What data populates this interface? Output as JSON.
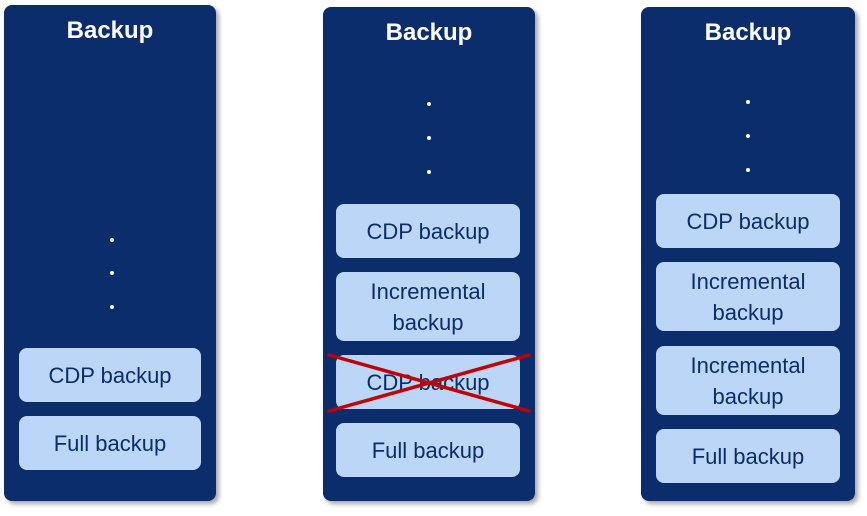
{
  "columns": [
    {
      "title": "Backup",
      "items": [
        "CDP backup",
        "Full backup"
      ]
    },
    {
      "title": "Backup",
      "items": [
        "CDP backup",
        "Incremental backup",
        "CDP backup",
        "Full backup"
      ],
      "crossed_out_item": "CDP backup"
    },
    {
      "title": "Backup",
      "items": [
        "CDP backup",
        "Incremental backup",
        "Incremental backup",
        "Full backup"
      ]
    }
  ],
  "colors": {
    "column_bg": "#0b2d6b",
    "box_bg": "#bcd6f7",
    "box_text": "#0b2d6b",
    "cross": "#c00000"
  }
}
